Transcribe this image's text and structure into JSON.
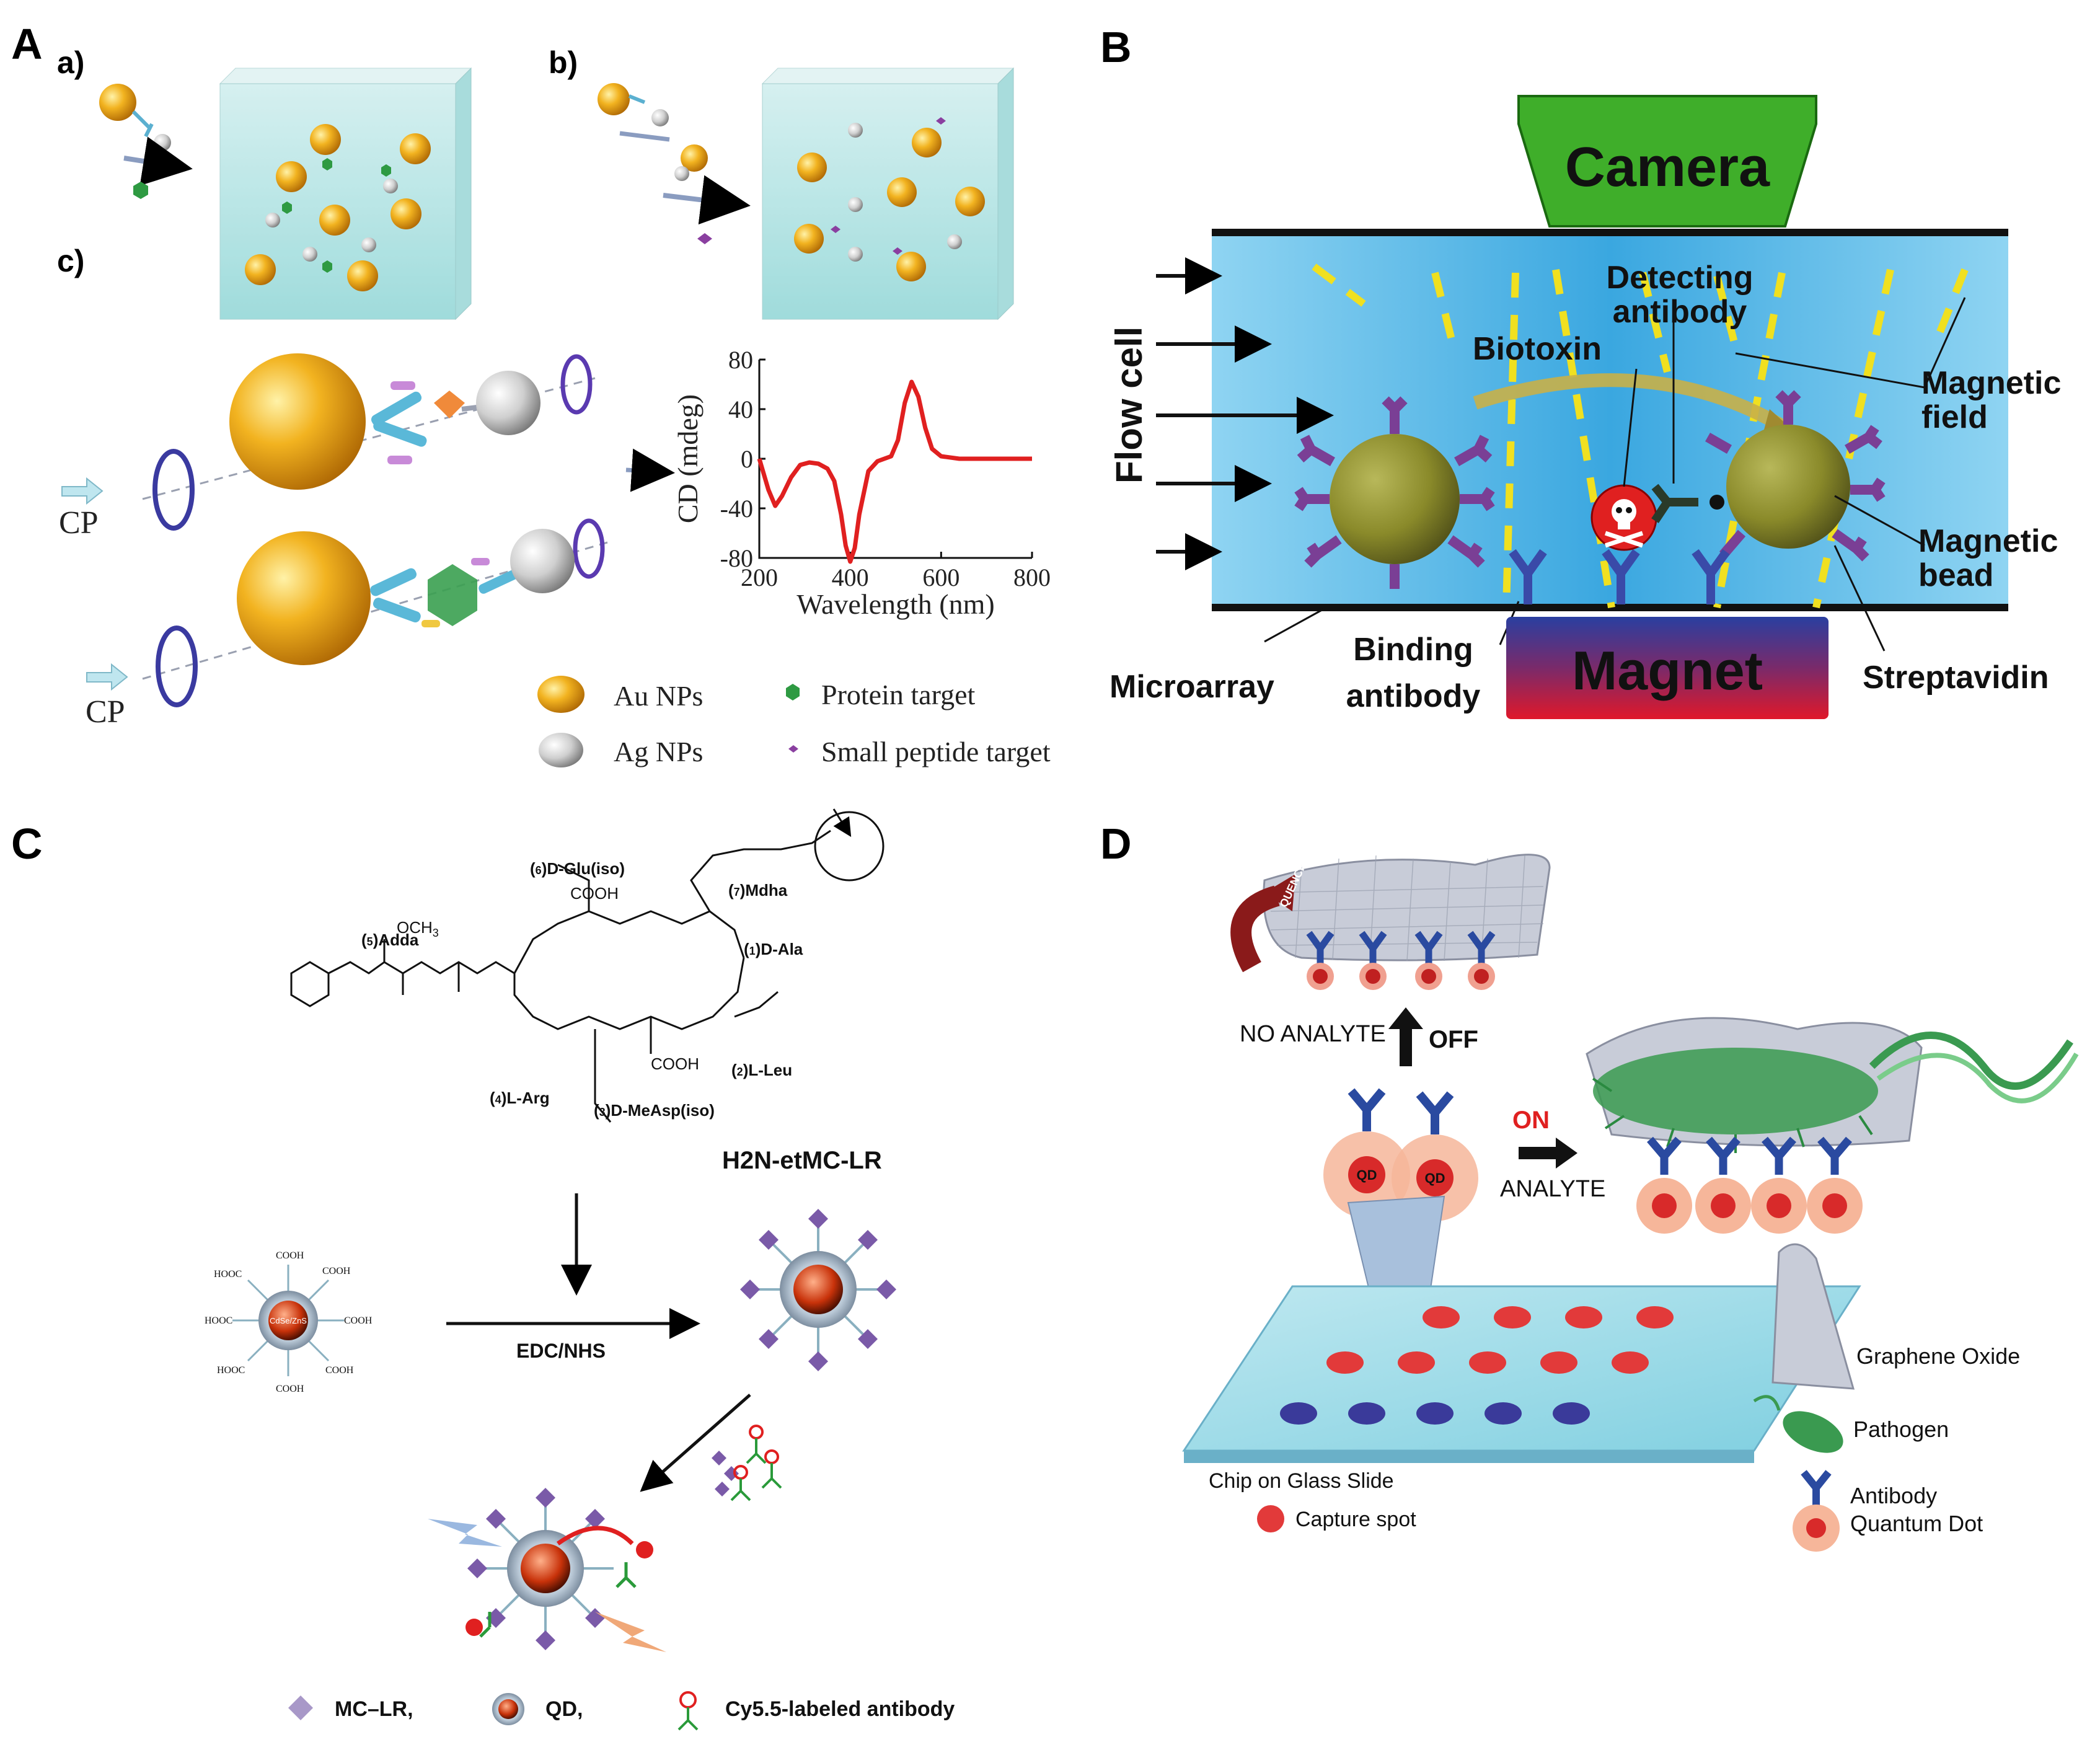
{
  "panels": {
    "A": {
      "letter": "A",
      "sub_a": "a)",
      "sub_b": "b)",
      "sub_c": "c)",
      "cp_label_1": "CP",
      "cp_label_2": "CP",
      "legend": {
        "au": "Au NPs",
        "ag": "Ag NPs",
        "protein": "Protein target",
        "peptide": "Small peptide target"
      }
    },
    "B": {
      "letter": "B",
      "camera": "Camera",
      "flow_cell": "Flow cell",
      "detecting_antibody_1": "Detecting",
      "detecting_antibody_2": "antibody",
      "biotoxin": "Biotoxin",
      "magnetic_field_1": "Magnetic",
      "magnetic_field_2": "field",
      "magnetic_bead_1": "Magnetic",
      "magnetic_bead_2": "bead",
      "microarray": "Microarray",
      "binding_antibody_1": "Binding",
      "binding_antibody_2": "antibody",
      "magnet": "Magnet",
      "streptavidin": "Streptavidin"
    },
    "C": {
      "letter": "C",
      "glu": "D-Glu(iso)",
      "glu_idx": "6",
      "mdha": "Mdha",
      "mdha_idx": "7",
      "adda": "Adda",
      "adda_idx": "5",
      "ala": "D-Ala",
      "ala_idx": "1",
      "leu": "L-Leu",
      "leu_idx": "2",
      "arg": "L-Arg",
      "arg_idx": "4",
      "measp": "D-MeAsp(iso)",
      "measp_idx": "3",
      "cooh": "COOH",
      "och3": "OCH",
      "compound": "H2N-etMC-LR",
      "qd_core": "CdSe/ZnS",
      "edc": "EDC/NHS",
      "legend_mclr": "MC–LR,",
      "legend_qd": "QD,",
      "legend_cy": "Cy5.5-labeled antibody"
    },
    "D": {
      "letter": "D",
      "quench": "QUENCH",
      "no_analyte": "NO ANALYTE",
      "off": "OFF",
      "on": "ON",
      "analyte": "ANALYTE",
      "qd": "QD",
      "graphene_oxide": "Graphene Oxide",
      "pathogen": "Pathogen",
      "chip": "Chip on Glass Slide",
      "capture_spot": "Capture spot",
      "antibody": "Antibody",
      "quantum_dot": "Quantum Dot"
    }
  },
  "chart_data": {
    "type": "line",
    "xlabel": "Wavelength (nm)",
    "ylabel": "CD (mdeg)",
    "xlim": [
      200,
      800
    ],
    "ylim": [
      -80,
      80
    ],
    "xticks": [
      200,
      400,
      600,
      800
    ],
    "yticks": [
      80,
      40,
      0,
      -40,
      -80
    ],
    "series": [
      {
        "color": "#e02020",
        "x": [
          200,
          220,
          235,
          250,
          270,
          290,
          310,
          330,
          350,
          365,
          380,
          390,
          400,
          410,
          420,
          440,
          460,
          475,
          490,
          505,
          520,
          535,
          550,
          565,
          580,
          600,
          640,
          700,
          800
        ],
        "y": [
          0,
          -25,
          -38,
          -30,
          -15,
          -5,
          -3,
          -4,
          -8,
          -18,
          -45,
          -70,
          -83,
          -72,
          -45,
          -10,
          -2,
          0,
          2,
          15,
          45,
          62,
          50,
          25,
          8,
          2,
          0,
          0,
          0
        ]
      }
    ]
  },
  "colors": {
    "camera_green": "#3fae2a",
    "flow_blue": "#6ec6ee",
    "bead_olive": "#8a8a2a",
    "antibody_purple": "#7a3f95",
    "au_gold": "#f2a51e",
    "magnet_red": "#d81830",
    "magnet_blue": "#2a3fa0"
  }
}
